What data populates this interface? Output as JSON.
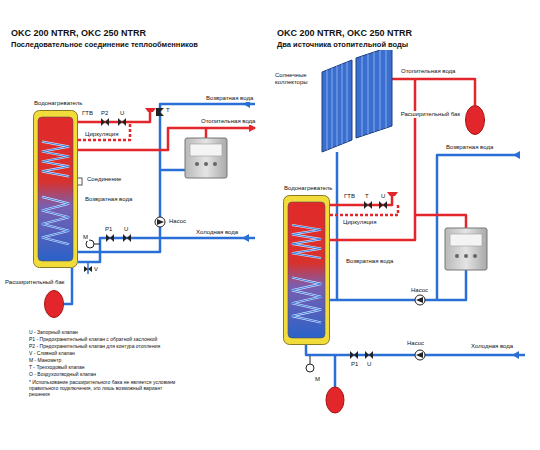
{
  "diagram": {
    "nodes": [
      {
        "text": [
          "Водонагреватель"
        ]
      },
      {
        "text": [
          "Расширительный бак"
        ]
      },
      {
        "text": [
          "Солнечные коллекторы"
        ]
      },
      {
        "text": [
          "Расширительный бак"
        ]
      },
      {
        "text": [
          "Водонагреватель"
        ]
      }
    ],
    "edges": [
      {
        "from": 1,
        "to": 0,
        "arrow": "none"
      },
      {
        "from": 2,
        "to": 3,
        "arrow": "none"
      }
    ],
    "labels": [
      "OKC 200 NTRR, OKC 250 NTRR",
      "Последовательное соединение теплообменников",
      "OKC 200 NTRR, OKC 250 NTRR",
      "Два источника отопительной воды",
      "ГТВ",
      "Возвратная вода",
      "Отопительная вода",
      "Циркуляция",
      "Соединение",
      "Возвратная вода",
      "Насос",
      "Холодная вода",
      "P2",
      "U",
      "T",
      "M",
      "P1",
      "U",
      "V",
      "U - Запорный клапан",
      "P1 - Предохранительный клапан с обратной заслонкой",
      "P2 - Предохранительный клапан для контура отопления",
      "V - Сливной клапан",
      "M - Манометр",
      "T - Трехходовый клапан",
      "O - Воздухоотводный клапан",
      "* Использование расширительного бака не является условием правильного подключения, это лишь возможный вариант решения",
      "Отопительная вода",
      "Возвратная вода",
      "ГТВ",
      "T",
      "U",
      "Циркуляция",
      "Возвратная вода",
      "Насос",
      "Насос",
      "Холодная вода",
      "P1",
      "U",
      "M"
    ]
  }
}
